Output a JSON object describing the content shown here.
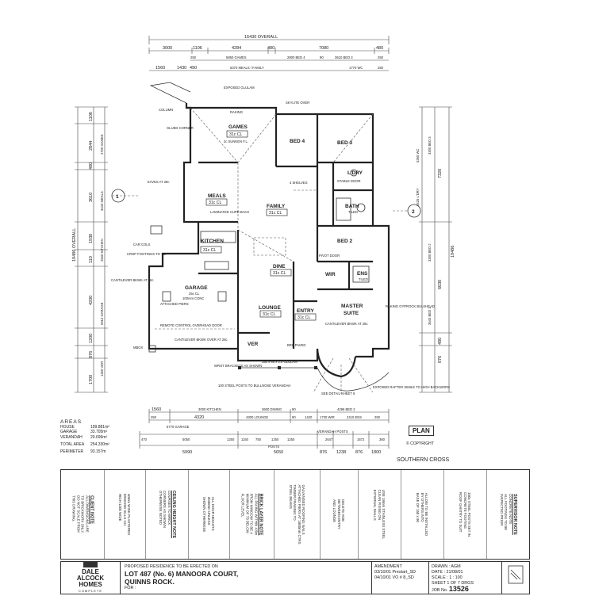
{
  "dims_top": {
    "overall": "16430 OVERALL",
    "row1": [
      "3000",
      "1106",
      "4284",
      "480",
      "7080",
      "480"
    ],
    "row2": [
      "250",
      "5850 GAMES",
      "2800 BED 4",
      "90",
      "3610 BED 3",
      "250"
    ],
    "row3": [
      "1560",
      "1430",
      "490",
      "6370 MEALS / FAMILY",
      "1770 WC",
      "250"
    ]
  },
  "dims_left": {
    "overall": "19486 OVERALL",
    "segments": [
      "1106",
      "2844",
      "480",
      "3610",
      "1930",
      "110",
      "4200",
      "1200",
      "876",
      "1700"
    ],
    "labels": [
      "4700 GAMES",
      "3440 MEALS",
      "2940 KITCHEN",
      "5910 GARAGE",
      "1300 VER"
    ]
  },
  "dims_right": {
    "segments": [
      "7320",
      "19486",
      "6630",
      "480",
      "876"
    ],
    "labels": [
      "3300 BED 3",
      "3300 BED 2",
      "3540 BED 1",
      "5355 WC",
      "3425 L'DRY"
    ]
  },
  "dims_bottom": {
    "row1": [
      "1560",
      "4320",
      "3000 KITCHEN",
      "3600 DINING",
      "90",
      "4296 BED 2"
    ],
    "row2": [
      "250",
      "5770 GARAGE",
      "4300 LOUNGE",
      "90",
      "1420",
      "1730 WIR",
      "2410 ENS",
      "250"
    ],
    "row3": [
      "470",
      "5050",
      "1250",
      "1150",
      "750",
      "1250",
      "1250",
      "2647",
      "1672",
      "360"
    ],
    "posts": "POSTS",
    "verandah": "VERANDAH POSTS",
    "row4": [
      "5990",
      "5650",
      "876",
      "1238",
      "876",
      "1800"
    ]
  },
  "rooms": {
    "games": {
      "name": "GAMES",
      "sub": "31c CL",
      "extra": "2c SUNKEN F.L."
    },
    "bed4": {
      "name": "BED 4",
      "sub": ""
    },
    "bed3": {
      "name": "BED 3",
      "sub": ""
    },
    "ldry": {
      "name": "L'DRY",
      "sub": "STABLE DOOR"
    },
    "meals": {
      "name": "MEALS",
      "sub": "31c CL"
    },
    "family": {
      "name": "FAMILY",
      "sub": "31c CL"
    },
    "bath": {
      "name": "BATH",
      "sub": "TILED"
    },
    "bed2": {
      "name": "BED 2",
      "sub": ""
    },
    "kitchen": {
      "name": "KITCHEN",
      "sub": "31c CL"
    },
    "dine": {
      "name": "DINE",
      "sub": "31c CL"
    },
    "wir": {
      "name": "WIR",
      "sub": ""
    },
    "ens": {
      "name": "ENS",
      "sub": "TILED"
    },
    "garage": {
      "name": "GARAGE",
      "sub": "25c CL",
      "extra": "100mm CONC"
    },
    "lounge": {
      "name": "LOUNGE",
      "sub": "31c CL"
    },
    "entry": {
      "name": "ENTRY",
      "sub": "31c CL"
    },
    "master": {
      "name": "MASTER",
      "sub": "SUITE"
    },
    "ver": {
      "name": "VER",
      "sub": ""
    }
  },
  "annotations": {
    "column": "COLUMN",
    "glued_corner": "GLUED CORNER",
    "exposed_glulam": "EXPOSED GLULAM",
    "raking": "RAKING",
    "eaves": "EAVES AT 28c",
    "crop_footings": "CROP FOOTINGS TO -4c",
    "car_cols": "CAR COLS",
    "cantilever_left": "CANTILEVER BKWK AT 26c",
    "attached_piers": "ATTACHED PIERS",
    "remote_door": "REMOTE CONTROL OVERHEAD DOOR",
    "cantilever_bottom": "CANTILEVER BKWK OVER AT 26c",
    "mbox": "MBOX",
    "wrot": "WROT BRACKETS AS SHOWN",
    "steel_posts": "100 STEEL POSTS TO BULLNOSE VERANDAH",
    "glulam_bottom": "150 x 65 x 2.0 GLULAM",
    "see_detail": "SEE DETAIL SHEET 6",
    "exposed_rafter": "EXPOSED RAFTER SIMILE TO HIGH BACKWORK",
    "raking_gyprock": "RAKING GYPROCK BULKHEAD",
    "laminated": "LAMINATED CUPD BACK",
    "shelves": "4 SHELVES",
    "skylite": "SKYLITE OVER",
    "pivot": "PIVOT DOOR",
    "cantilever_master": "CANTILEVER BKWK AT 28c",
    "paved": "BRK PAVED",
    "circle1": "1",
    "circle2": "2"
  },
  "areas": {
    "title": "AREAS",
    "rows": [
      {
        "k": "HOUSE",
        "v": "199.881m²"
      },
      {
        "k": "GARAGE",
        "v": "33.705m²"
      },
      {
        "k": "VERANDAH",
        "v": "20.696m²"
      }
    ],
    "total": {
      "k": "TOTAL AREA",
      "v": "254.330m²"
    },
    "perimeter": {
      "k": "PERIMETER",
      "v": "93.157m"
    }
  },
  "plan_badge": "PLAN",
  "copyright": "COPYRIGHT",
  "series": "SOUTHERN CROSS",
  "notes": [
    {
      "h": "CLIENT NOTE",
      "t": [
        "ALL DIMENSIONS ARE",
        "TO BRICKWORK ONLY.",
        "DO NOT SCALE FROM",
        "THIS DRAWING."
      ]
    },
    {
      "h": "",
      "t": [
        "40mm WIDE PLASTERED",
        "WINDOW SILLS 12c",
        "HIGH 1200 WIDE"
      ]
    },
    {
      "h": "CEILING HEIGHT NOTE",
      "t": [
        "COURSES TO BRICK",
        "CORNERS AS SHOWN",
        "OTHERWISE NOTED"
      ]
    },
    {
      "h": "",
      "t": [
        "ALL DOOR HEIGHTS",
        "2040mm UNLESS",
        "SHOWN OTHERWISE"
      ]
    },
    {
      "h": "BRICK LAYER NOTE",
      "t": [
        "ALL PAVING WITHIN 4.5m",
        "FROM WINDOW TO BE A",
        "MINIMUM OF 75 BELOW",
        "FLOOR LEVEL"
      ]
    },
    {
      "h": "",
      "t": [
        "GALVANISED ROOFING NAILS",
        "ATTACHED PIERS AT 1800mm CTRS",
        "TIMBER FRAMING TO",
        "STEEL BEAMS"
      ]
    },
    {
      "h": "",
      "t": [
        "DELETE HOB",
        "BETWEEN ENTRY",
        "AND LOUNGE"
      ]
    },
    {
      "h": "",
      "t": [
        "USE 18mm STAINLESS STEEL",
        "CLEAN FIXING ON",
        "EXTERNAL WALLS"
      ]
    },
    {
      "h": "",
      "t": [
        "ALLOW TO BE INSTALLED",
        "BY OTHERS INTO",
        "BASE OF 150 x 90"
      ]
    },
    {
      "h": "",
      "t": [
        "100x STEEL POSTS SET IN",
        "CONCRETE FOOTING",
        "ROOF GANTRY TO SUIT"
      ]
    },
    {
      "h": "SUPERVISOR NOTE",
      "t": [
        "CONCRETE NOTE",
        "ALL FOOTINGS TO BE",
        "INSPECTED PRIOR"
      ]
    }
  ],
  "title_block": {
    "brand_1": "DALE",
    "brand_2": "ALCOCK",
    "brand_3": "HOMES",
    "brand_4": "COMPLETE",
    "proposed": "PROPOSED RESIDENCE TO BE ERECTED ON",
    "lot": "LOT 487 (No. 6) MANOORA COURT,",
    "suburb": "QUINNS ROCK.",
    "for": "FOR :",
    "amendment_label": "AMENDMENT",
    "amend_1": "03/10/01 Prestart_SD",
    "amend_2": "04/10/01 VO # 8_SD",
    "drawn_label": "DRAWN :",
    "drawn": "AGM",
    "date_label": "DATE :",
    "date": "21/08/01",
    "scale_label": "SCALE :",
    "scale": "1 : 100",
    "sheet": "SHEET 1 OF 7 DRGS",
    "job_label": "JOB No.",
    "job": "13526"
  }
}
